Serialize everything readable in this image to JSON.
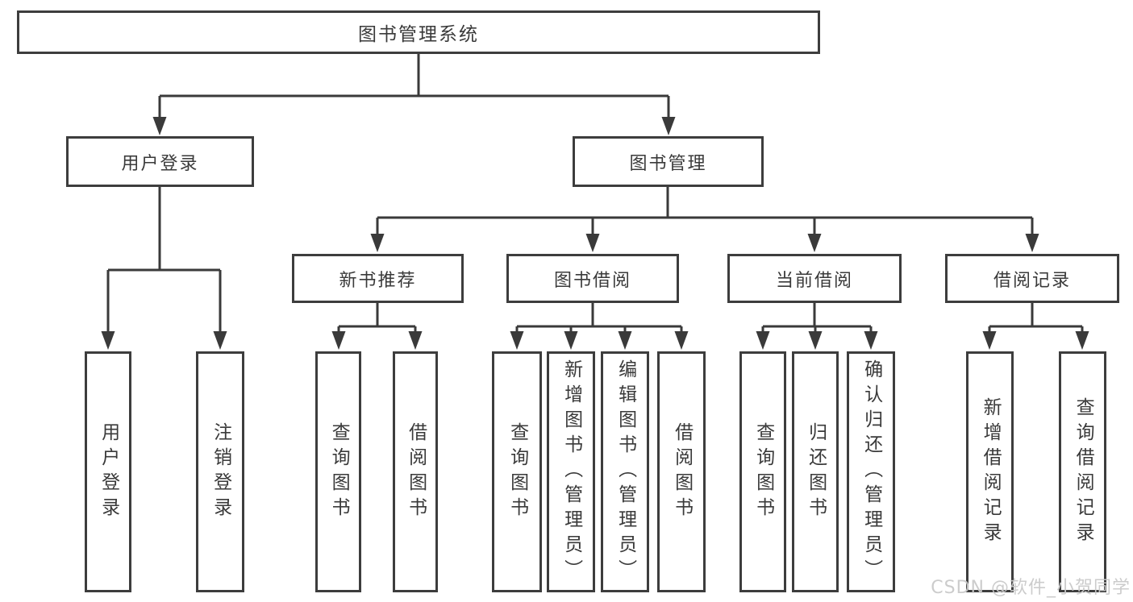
{
  "colors": {
    "line": "#3a3a3a",
    "box_border": "#3d3d3d",
    "text": "#3a3a3a",
    "watermark": "#c9c9c9",
    "background": "#ffffff"
  },
  "tree": {
    "label": "图书管理系统",
    "children": [
      {
        "label": "用户登录",
        "children": [
          {
            "label": "用户登录"
          },
          {
            "label": "注销登录"
          }
        ]
      },
      {
        "label": "图书管理",
        "children": [
          {
            "label": "新书推荐",
            "children": [
              {
                "label": "查询图书"
              },
              {
                "label": "借阅图书"
              }
            ]
          },
          {
            "label": "图书借阅",
            "children": [
              {
                "label": "查询图书"
              },
              {
                "label": "新增图书（管理员）"
              },
              {
                "label": "编辑图书（管理员）"
              },
              {
                "label": "借阅图书"
              }
            ]
          },
          {
            "label": "当前借阅",
            "children": [
              {
                "label": "查询图书"
              },
              {
                "label": "归还图书"
              },
              {
                "label": "确认归还（管理员）"
              }
            ]
          },
          {
            "label": "借阅记录",
            "children": [
              {
                "label": "新增借阅记录"
              },
              {
                "label": "查询借阅记录"
              }
            ]
          }
        ]
      }
    ]
  },
  "watermark": {
    "text": "CSDN @软件_小贺同学"
  }
}
